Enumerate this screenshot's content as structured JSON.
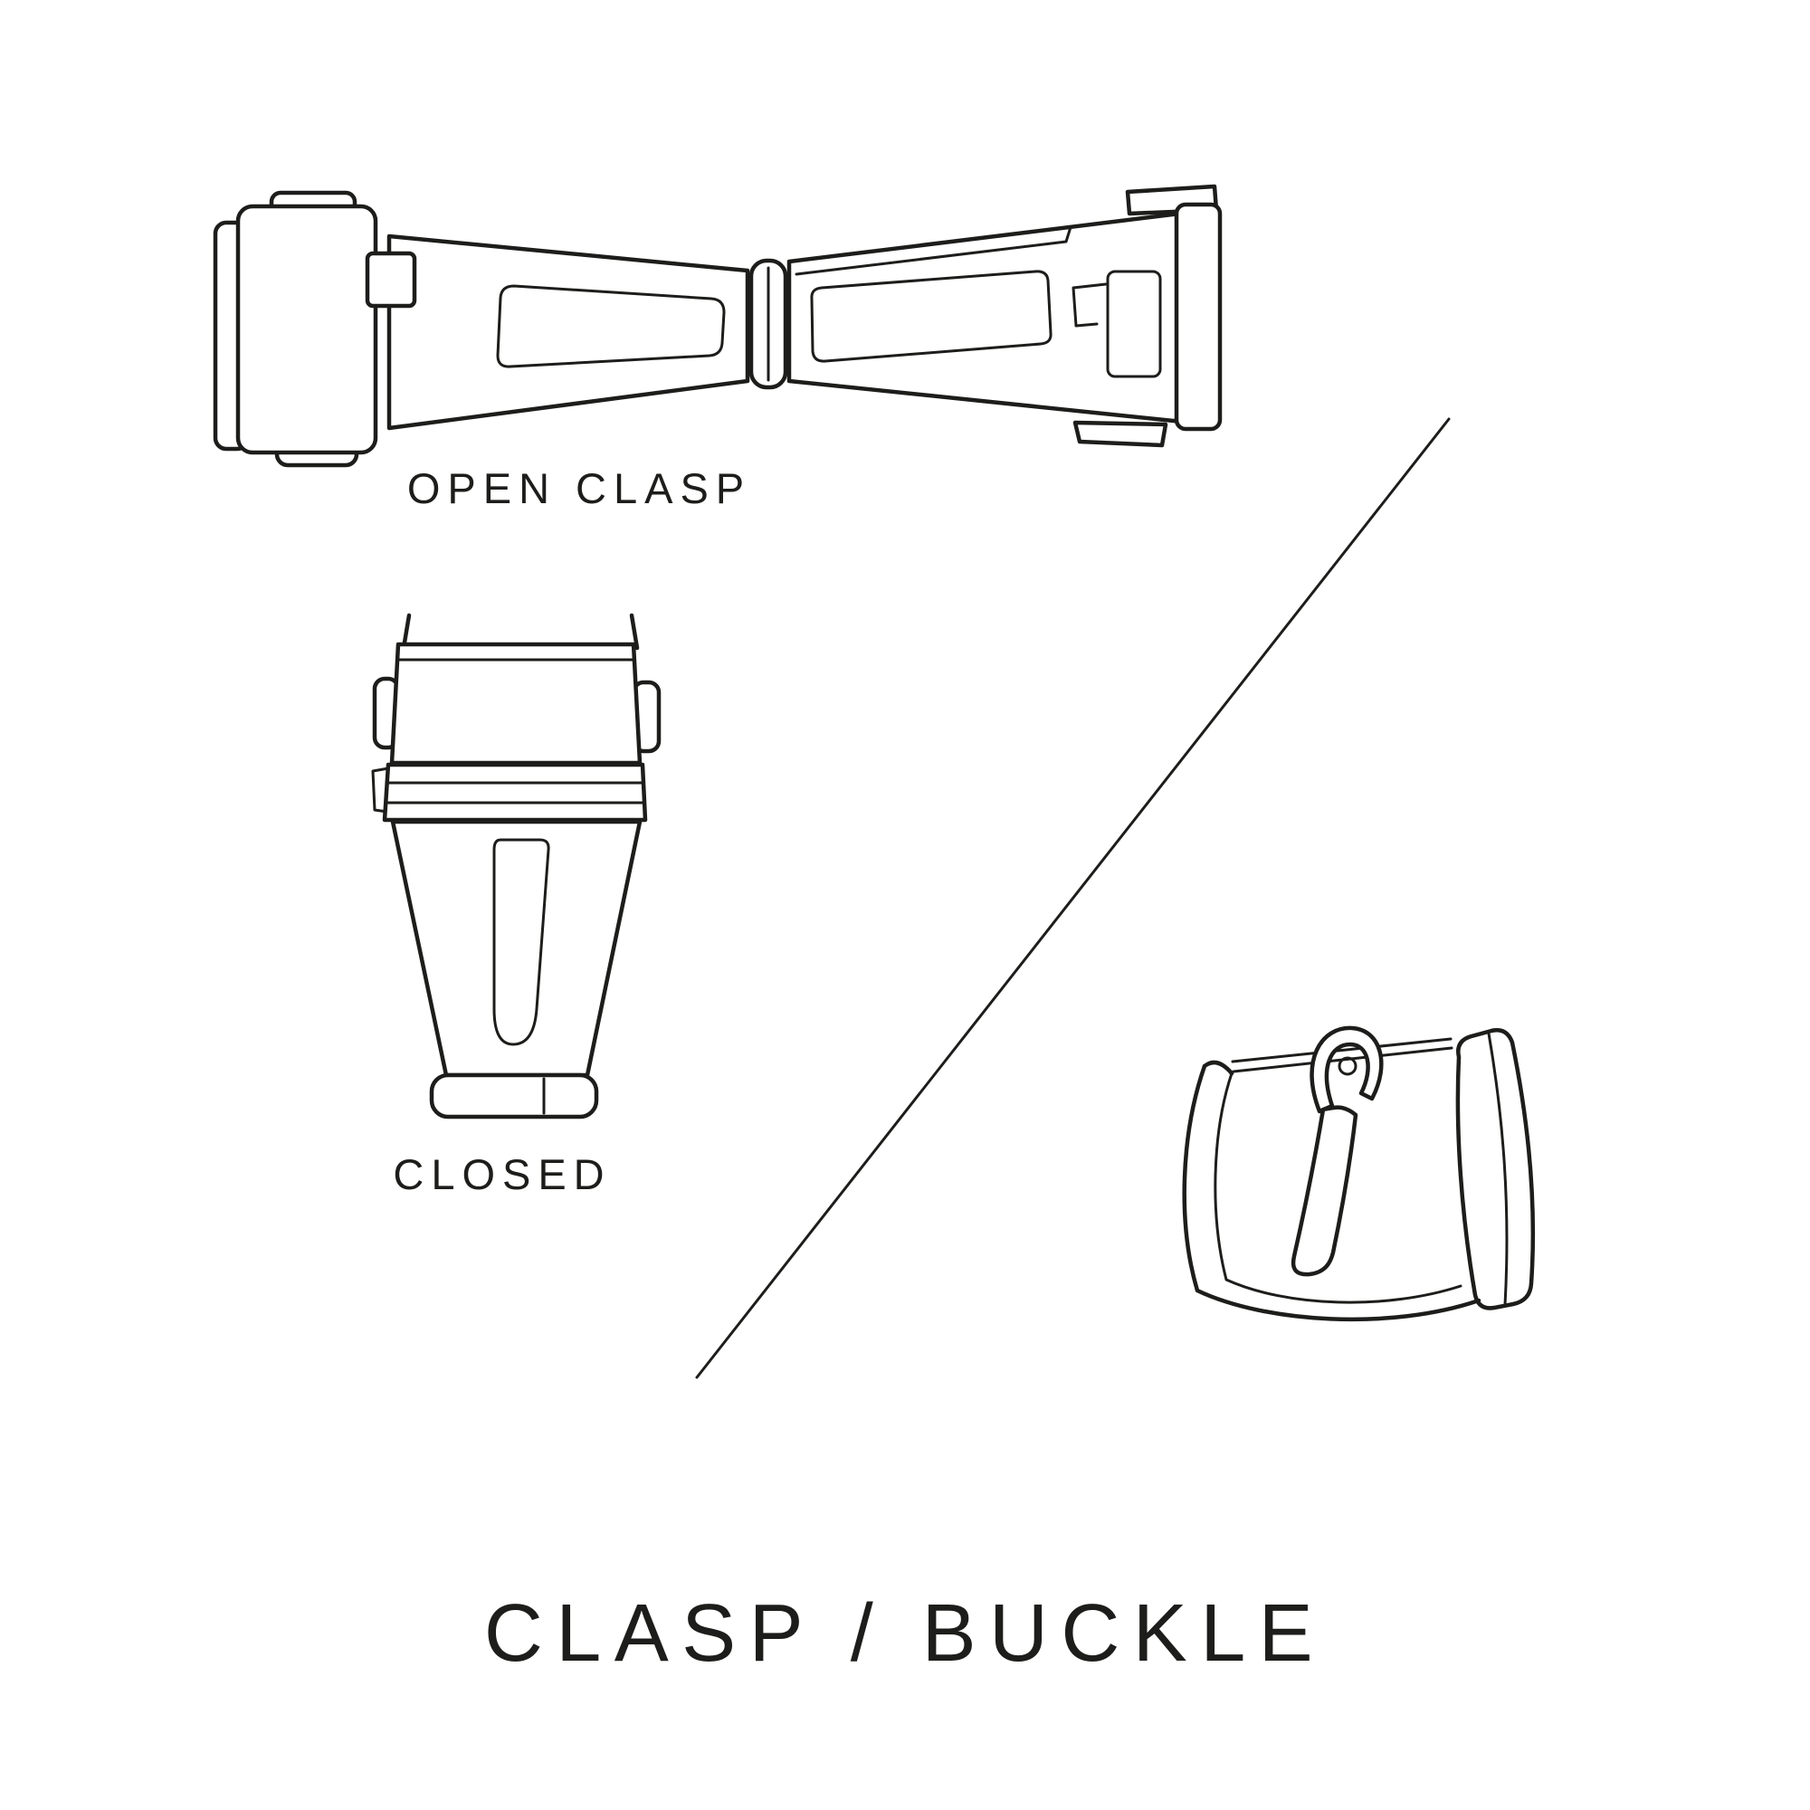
{
  "page": {
    "background_color": "#ffffff",
    "line_color": "#1d1d1b"
  },
  "captions": {
    "open_clasp": "OPEN CLASP",
    "closed": "CLOSED"
  },
  "title": "CLASP / BUCKLE",
  "illustrations": [
    {
      "name": "open-clasp-illustration",
      "description": "watch deployant clasp shown open, top view"
    },
    {
      "name": "closed-clasp-illustration",
      "description": "watch clasp shown closed, top view"
    },
    {
      "name": "buckle-illustration",
      "description": "watch pin buckle, perspective view"
    },
    {
      "name": "diagonal-divider",
      "description": "thin diagonal separator line"
    }
  ]
}
